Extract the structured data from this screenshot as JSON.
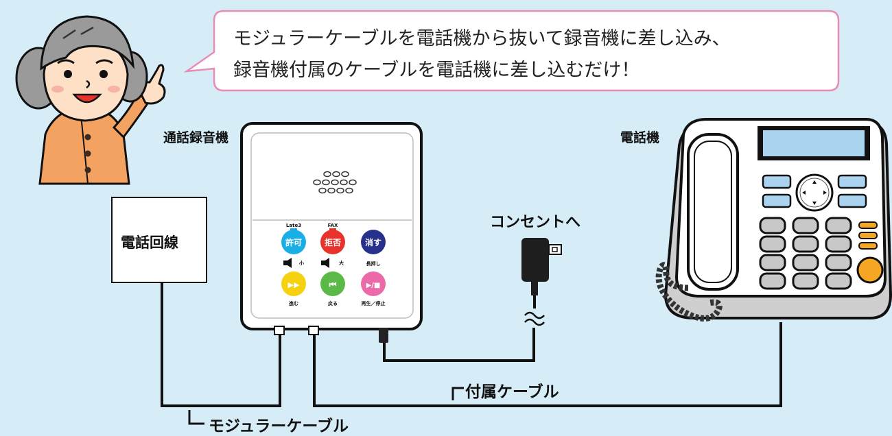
{
  "speech_bubble": {
    "line1": "モジュラーケーブルを電話機から抜いて録音機に差し込み、",
    "line2": "録音機付属のケーブルを電話機に差し込むだけ！"
  },
  "labels": {
    "recorder": "通話録音機",
    "phone": "電話機",
    "phone_line": "電話回線",
    "outlet": "コンセントへ",
    "included_cable": "付属ケーブル",
    "modular_cable": "モジュラーケーブル"
  },
  "recorder_buttons": {
    "allow": {
      "label": "許可",
      "top_label": "Late3",
      "bottom_label": "小",
      "color": "#1aaee6"
    },
    "reject": {
      "label": "拒否",
      "top_label": "FAX",
      "bottom_label": "大",
      "color": "#e8332d"
    },
    "delete": {
      "label": "消す",
      "bottom_label": "長押し",
      "color": "#27318b"
    },
    "forward": {
      "label": "▶▶",
      "bottom_label": "進む",
      "color": "#f5d10f"
    },
    "back": {
      "label": "⏮",
      "bottom_label": "戻る",
      "color": "#5bb947"
    },
    "play": {
      "label": "▶/■",
      "bottom_label": "再生／停止",
      "color": "#ec6aa8"
    }
  },
  "colors": {
    "background": "#d6ecf7",
    "bubble_border": "#e98bb4",
    "shirt": "#f4a261",
    "phone_screen": "#a9d3ef",
    "phone_body": "#e6e6e6",
    "orange_key": "#f5a623"
  }
}
